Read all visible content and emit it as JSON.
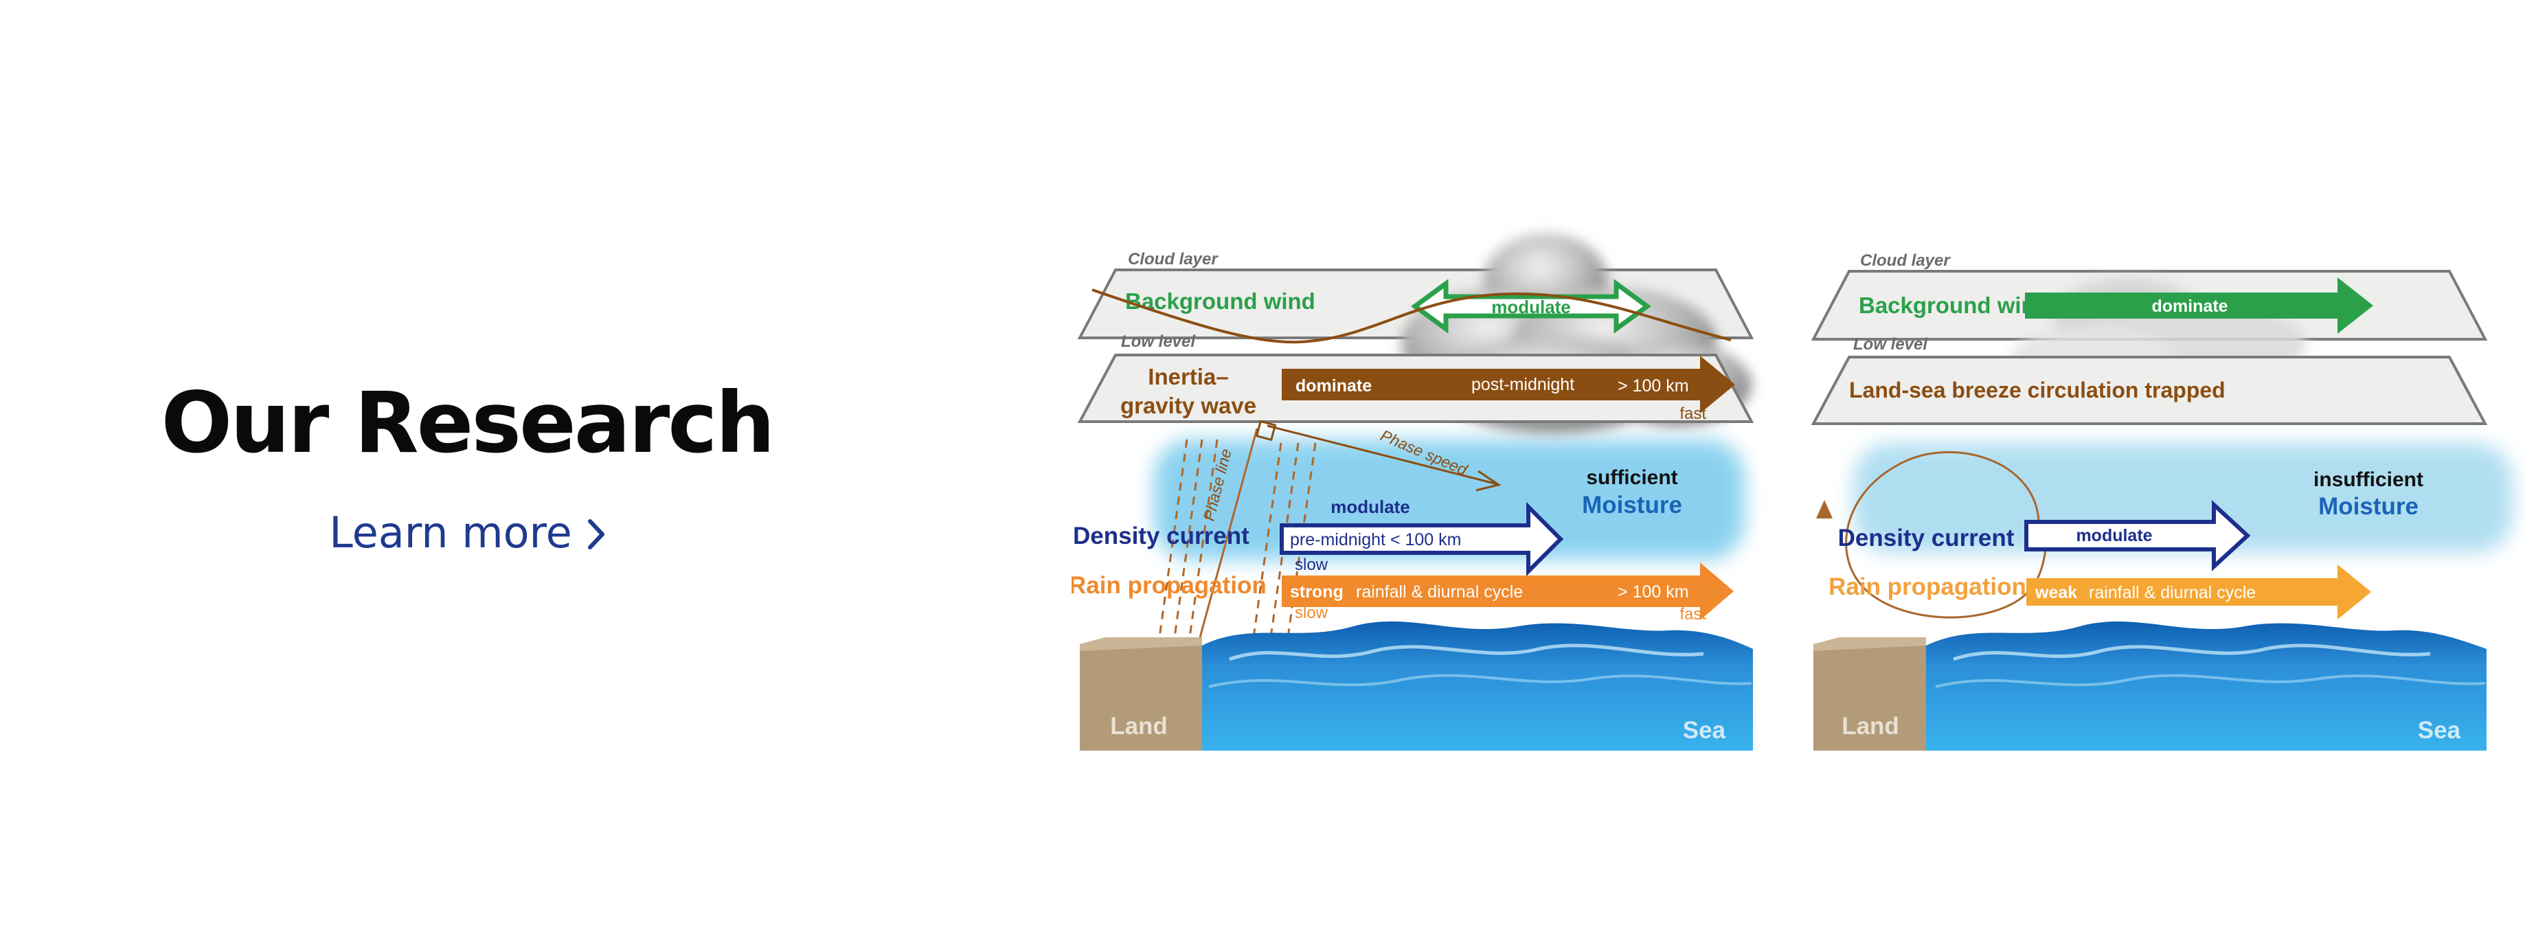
{
  "hero": {
    "title": "Our Research",
    "cta_label": "Learn more"
  },
  "colors": {
    "green": "#2aa04a",
    "brown": "#8b4e12",
    "navy": "#1d2f8c",
    "orange": "#f08a2c",
    "moisture_blue": "#1a64b8",
    "plane_fill": "#eeeeec",
    "plane_stroke": "#7a7a7a",
    "land": "#b39a78",
    "sea": "#1e8fd6"
  },
  "diagram": {
    "left": {
      "cloud_label": "Cloud layer",
      "wind_label": "Background wind",
      "wind_arrow_label": "modulate",
      "low_label": "Low level",
      "igw_label_1": "Inertia–",
      "igw_label_2": "gravity wave",
      "igw_arrow_dominate": "dominate",
      "igw_arrow_post": "post-midnight",
      "igw_arrow_km": "> 100 km",
      "igw_fast": "fast",
      "phase_line": "Phase line",
      "phase_speed": "Phase speed",
      "moisture_state": "sufficient",
      "moisture_label": "Moisture",
      "density_label": "Density current",
      "density_modulate": "modulate",
      "density_arrow_text": "pre-midnight < 100 km",
      "density_slow": "slow",
      "rain_label": "Rain propagation",
      "rain_strong": "strong",
      "rain_arrow_text": "rainfall & diurnal cycle",
      "rain_km": "> 100 km",
      "rain_slow": "slow",
      "rain_fast": "fast",
      "land_label": "Land",
      "sea_label": "Sea"
    },
    "right": {
      "cloud_label": "Cloud layer",
      "wind_label": "Background wind",
      "wind_arrow_label": "dominate",
      "low_label": "Low level",
      "breeze_label": "Land-sea breeze circulation trapped",
      "moisture_state": "insufficient",
      "moisture_label": "Moisture",
      "density_label": "Density current",
      "density_modulate": "modulate",
      "rain_label": "Rain propagation",
      "rain_weak": "weak",
      "rain_arrow_text": "rainfall & diurnal cycle",
      "land_label": "Land",
      "sea_label": "Sea"
    }
  }
}
